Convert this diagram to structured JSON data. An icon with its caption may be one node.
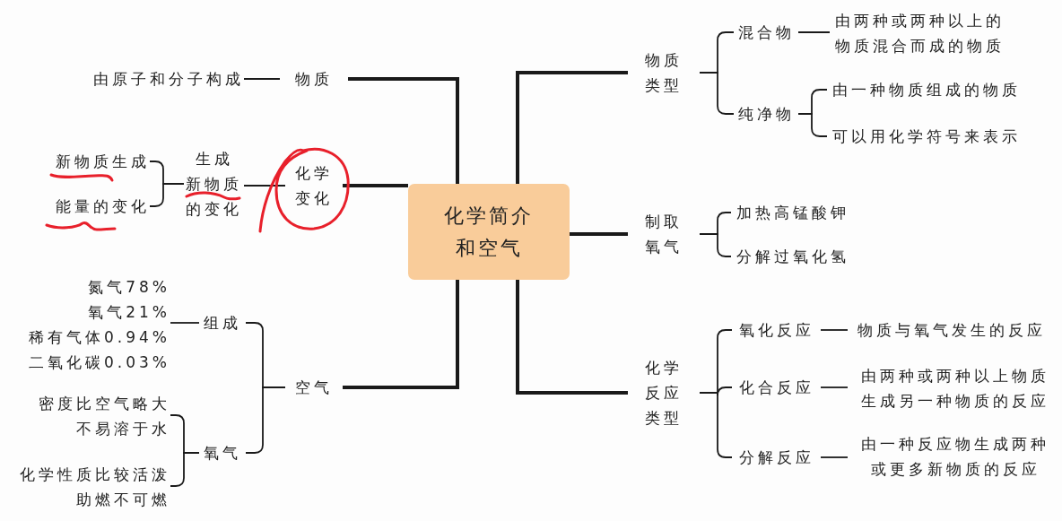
{
  "diagram": {
    "nodes": [
      {
        "text": [
          "化学简介和空气"
        ]
      },
      {
        "text": [
          "物质"
        ]
      },
      {
        "text": [
          "由原子和分子构成"
        ]
      },
      {
        "text": [
          "化学变化"
        ]
      },
      {
        "text": [
          "生成新物质的变化"
        ]
      },
      {
        "text": [
          "新物质生成"
        ]
      },
      {
        "text": [
          "能量的变化"
        ]
      },
      {
        "text": [
          "空气"
        ]
      },
      {
        "text": [
          "组成"
        ]
      },
      {
        "text": [
          "氮气78%",
          "氧气21%",
          "稀有气体0.94%",
          "二氧化碳0.03%"
        ]
      },
      {
        "text": [
          "氧气"
        ]
      },
      {
        "text": [
          "密度比空气略大",
          "不易溶于水"
        ]
      },
      {
        "text": [
          "化学性质比较活泼",
          "助燃不可燃"
        ]
      },
      {
        "text": [
          "物质类型"
        ]
      },
      {
        "text": [
          "混合物"
        ]
      },
      {
        "text": [
          "由两种或两种以上的物质混合而成的物质"
        ]
      },
      {
        "text": [
          "纯净物"
        ]
      },
      {
        "text": [
          "由一种物质组成的物质"
        ]
      },
      {
        "text": [
          "可以用化学符号来表示"
        ]
      },
      {
        "text": [
          "制取氧气"
        ]
      },
      {
        "text": [
          "加热高锰酸钾"
        ]
      },
      {
        "text": [
          "分解过氧化氢"
        ]
      },
      {
        "text": [
          "化学反应类型"
        ]
      },
      {
        "text": [
          "氧化反应"
        ]
      },
      {
        "text": [
          "物质与氧气发生的反应"
        ]
      },
      {
        "text": [
          "化合反应"
        ]
      },
      {
        "text": [
          "由两种或两种以上物质生成另一种物质的反应"
        ]
      },
      {
        "text": [
          "分解反应"
        ]
      },
      {
        "text": [
          "由一种反应物生成两种或更多新物质的反应"
        ]
      }
    ],
    "edges": [
      {
        "from": 0,
        "to": 1,
        "arrow": "none",
        "style": "thick"
      },
      {
        "from": 1,
        "to": 2,
        "arrow": "none"
      },
      {
        "from": 0,
        "to": 3,
        "arrow": "none",
        "style": "thick"
      },
      {
        "from": 3,
        "to": 4,
        "arrow": "none"
      },
      {
        "from": 4,
        "to": 5,
        "arrow": "none"
      },
      {
        "from": 4,
        "to": 6,
        "arrow": "none"
      },
      {
        "from": 0,
        "to": 7,
        "arrow": "none",
        "style": "thick"
      },
      {
        "from": 7,
        "to": 8,
        "arrow": "none"
      },
      {
        "from": 7,
        "to": 10,
        "arrow": "none"
      },
      {
        "from": 8,
        "to": 9,
        "arrow": "none"
      },
      {
        "from": 10,
        "to": 11,
        "arrow": "none"
      },
      {
        "from": 10,
        "to": 12,
        "arrow": "none"
      },
      {
        "from": 0,
        "to": 13,
        "arrow": "none",
        "style": "thick"
      },
      {
        "from": 13,
        "to": 14,
        "arrow": "none"
      },
      {
        "from": 13,
        "to": 16,
        "arrow": "none"
      },
      {
        "from": 14,
        "to": 15,
        "arrow": "none"
      },
      {
        "from": 16,
        "to": 17,
        "arrow": "none"
      },
      {
        "from": 16,
        "to": 18,
        "arrow": "none"
      },
      {
        "from": 0,
        "to": 19,
        "arrow": "none",
        "style": "thick"
      },
      {
        "from": 19,
        "to": 20,
        "arrow": "none"
      },
      {
        "from": 19,
        "to": 21,
        "arrow": "none"
      },
      {
        "from": 0,
        "to": 22,
        "arrow": "none",
        "style": "thick"
      },
      {
        "from": 22,
        "to": 23,
        "arrow": "none"
      },
      {
        "from": 22,
        "to": 25,
        "arrow": "none"
      },
      {
        "from": 22,
        "to": 27,
        "arrow": "none"
      },
      {
        "from": 23,
        "to": 24,
        "arrow": "none"
      },
      {
        "from": 25,
        "to": 26,
        "arrow": "none"
      },
      {
        "from": 27,
        "to": 28,
        "arrow": "none"
      }
    ]
  }
}
